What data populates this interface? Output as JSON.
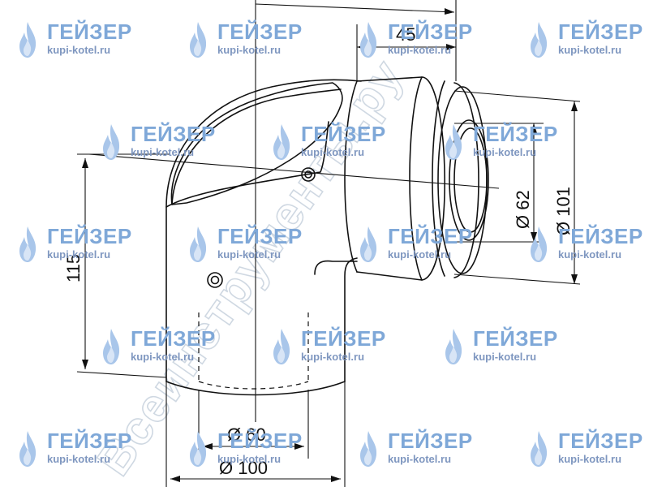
{
  "watermark": {
    "brand": "ГЕЙЗЕР",
    "site": "kupi-kotel.ru",
    "diagonal_text": "Всеинструменты.ру",
    "brand_color": "#7fa8d8",
    "site_color": "#7f97c0",
    "flame_color": "#a9c6ea"
  },
  "drawing": {
    "subject": "coaxial-elbow-90",
    "dimensions": {
      "offset_top": "45",
      "inner_diameter_outlet": "Ø 62",
      "outer_diameter_outlet": "Ø 101",
      "height": "115",
      "inner_diameter_inlet": "Ø 60",
      "outer_diameter_inlet": "Ø 100"
    },
    "line_color": "#111111"
  }
}
